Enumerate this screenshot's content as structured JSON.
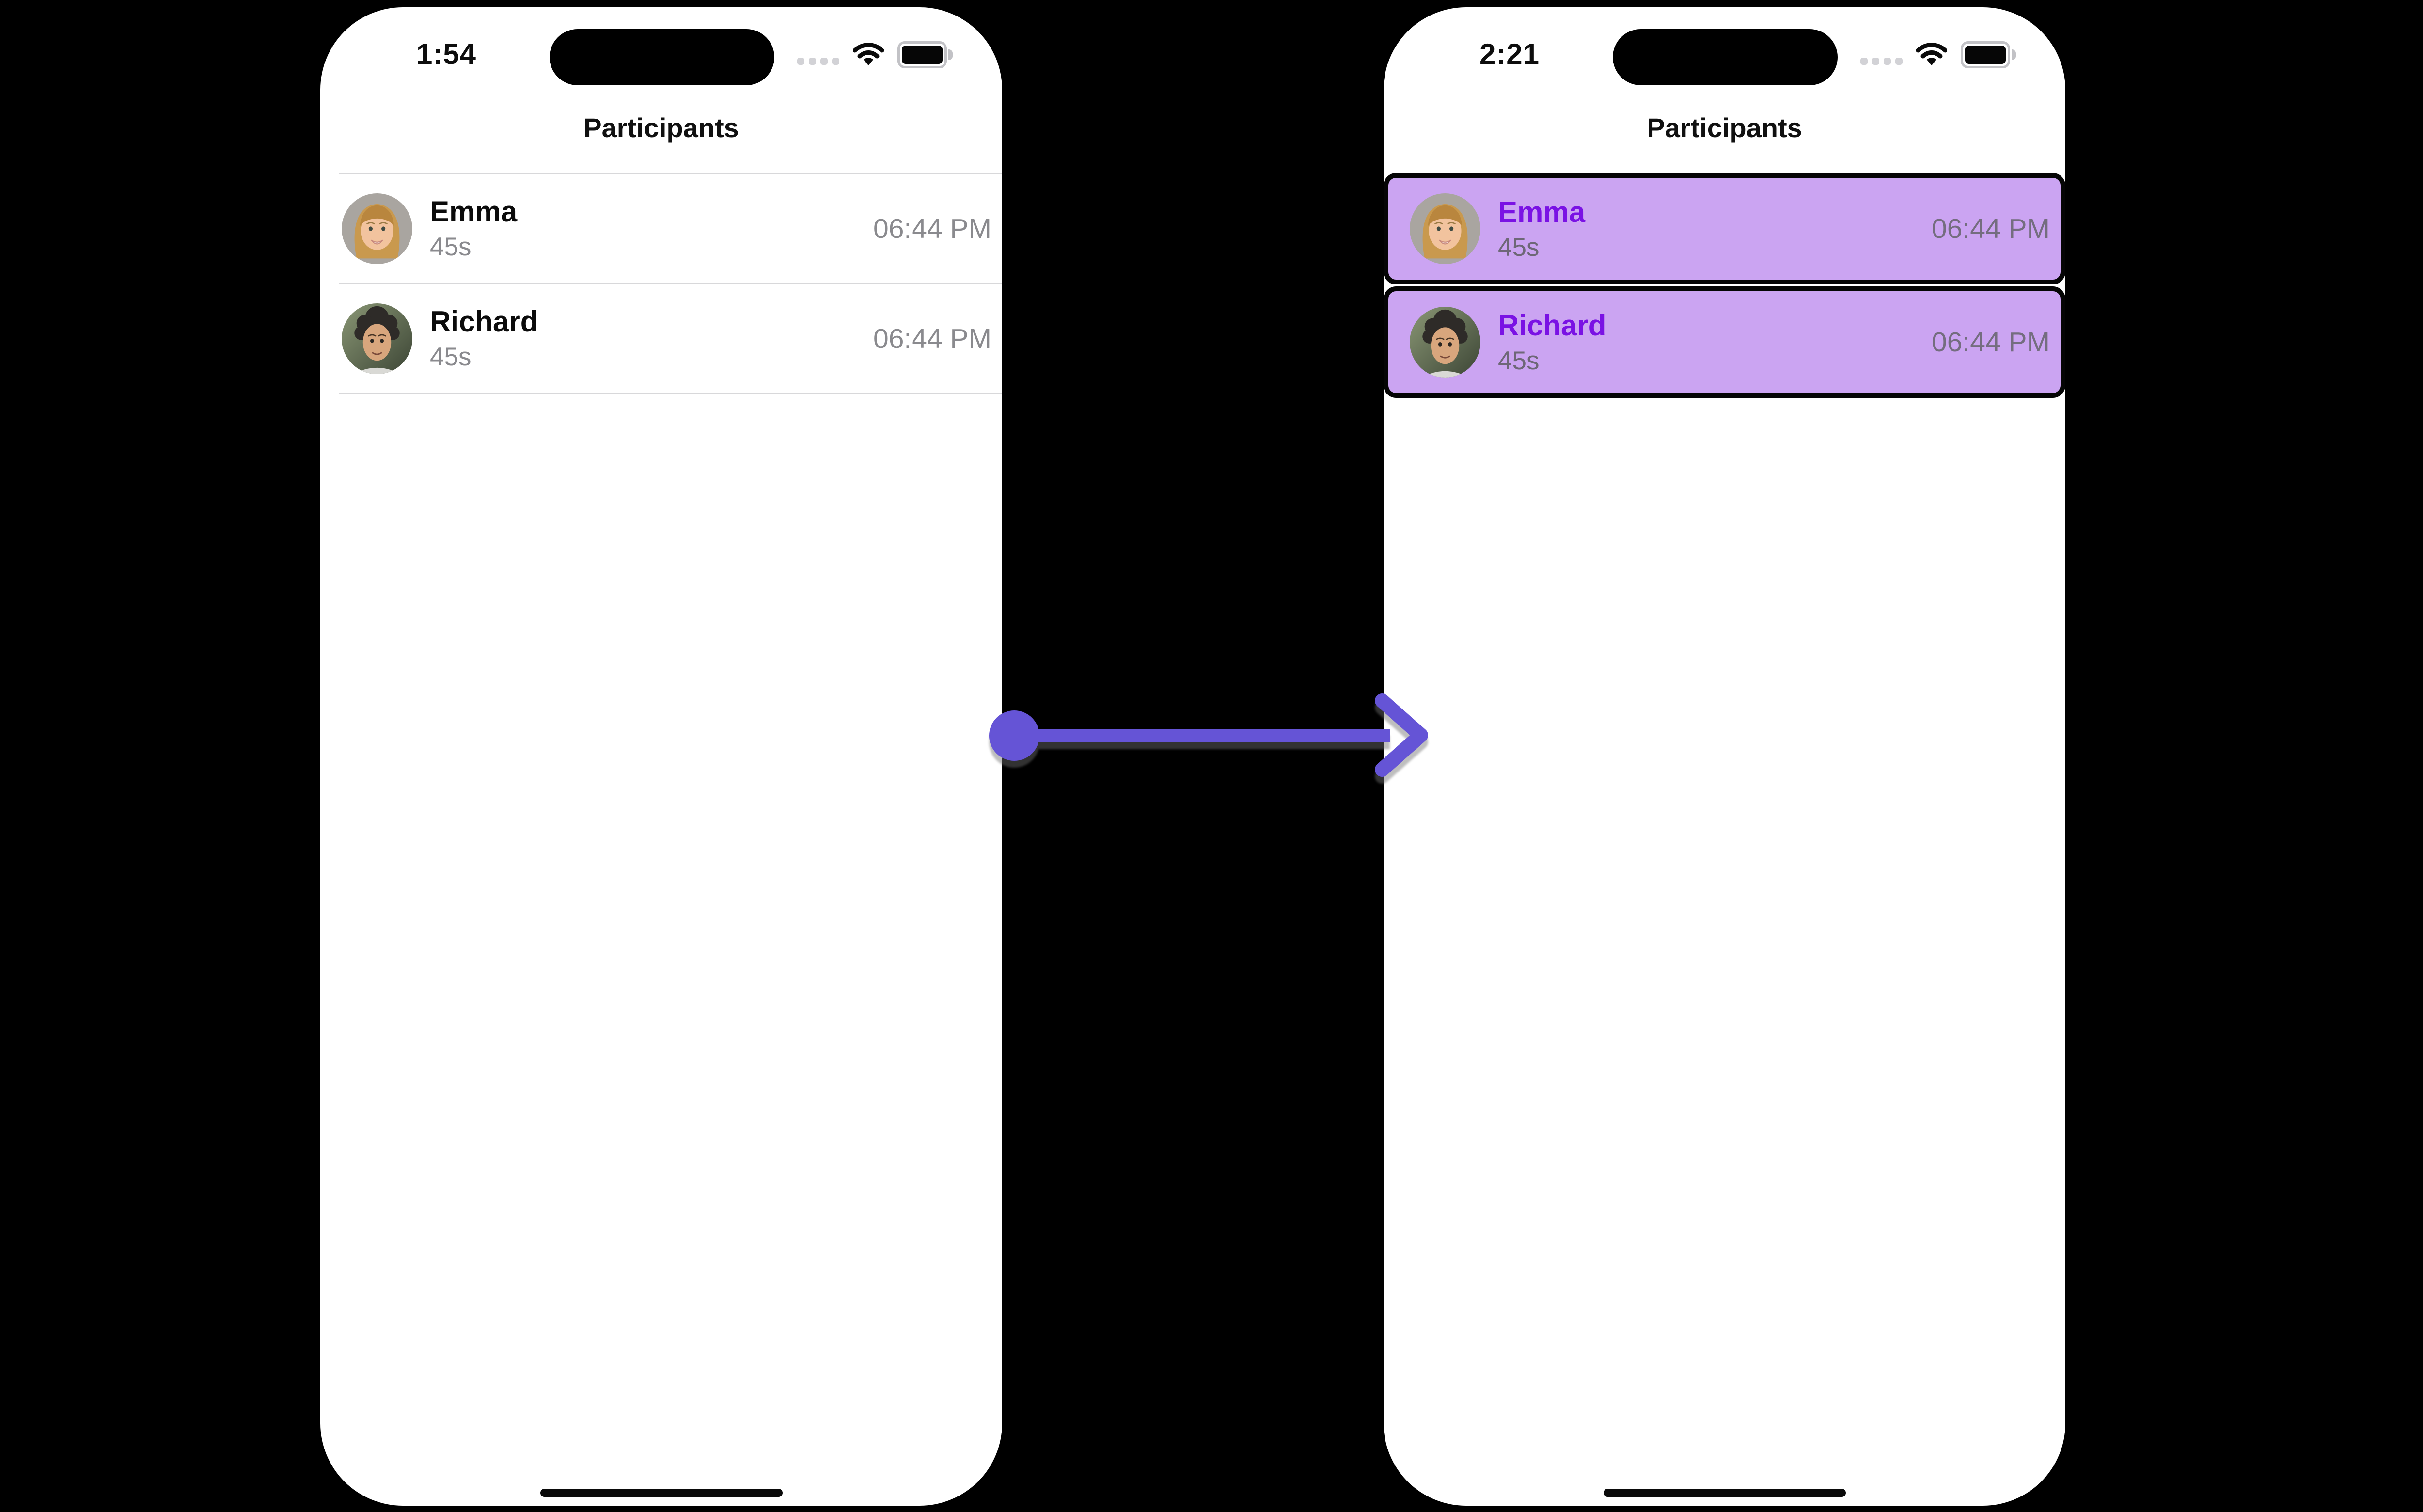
{
  "screens": [
    {
      "status_time": "1:54",
      "nav_title": "Participants",
      "rows": [
        {
          "name": "Emma",
          "duration": "45s",
          "time": "06:44 PM",
          "avatar": "emma-portrait"
        },
        {
          "name": "Richard",
          "duration": "45s",
          "time": "06:44 PM",
          "avatar": "richard-portrait"
        }
      ],
      "highlighted": false
    },
    {
      "status_time": "2:21",
      "nav_title": "Participants",
      "rows": [
        {
          "name": "Emma",
          "duration": "45s",
          "time": "06:44 PM",
          "avatar": "emma-portrait"
        },
        {
          "name": "Richard",
          "duration": "45s",
          "time": "06:44 PM",
          "avatar": "richard-portrait"
        }
      ],
      "highlighted": true
    }
  ],
  "status_icons": {
    "cellular": "cellular-dots-icon",
    "wifi": "wifi-icon",
    "battery": "battery-icon"
  },
  "arrow": {
    "name": "transition-arrow",
    "direction": "right"
  },
  "colors": {
    "accent-purple": "#7a12e4",
    "highlight-bg": "#cba4f2",
    "arrow-purple": "#6554d6",
    "secondary-gray": "#8a8a8e",
    "secondary-on-purple": "#6e6777",
    "time-on-purple": "#746d7f",
    "divider": "#d8d8da"
  }
}
